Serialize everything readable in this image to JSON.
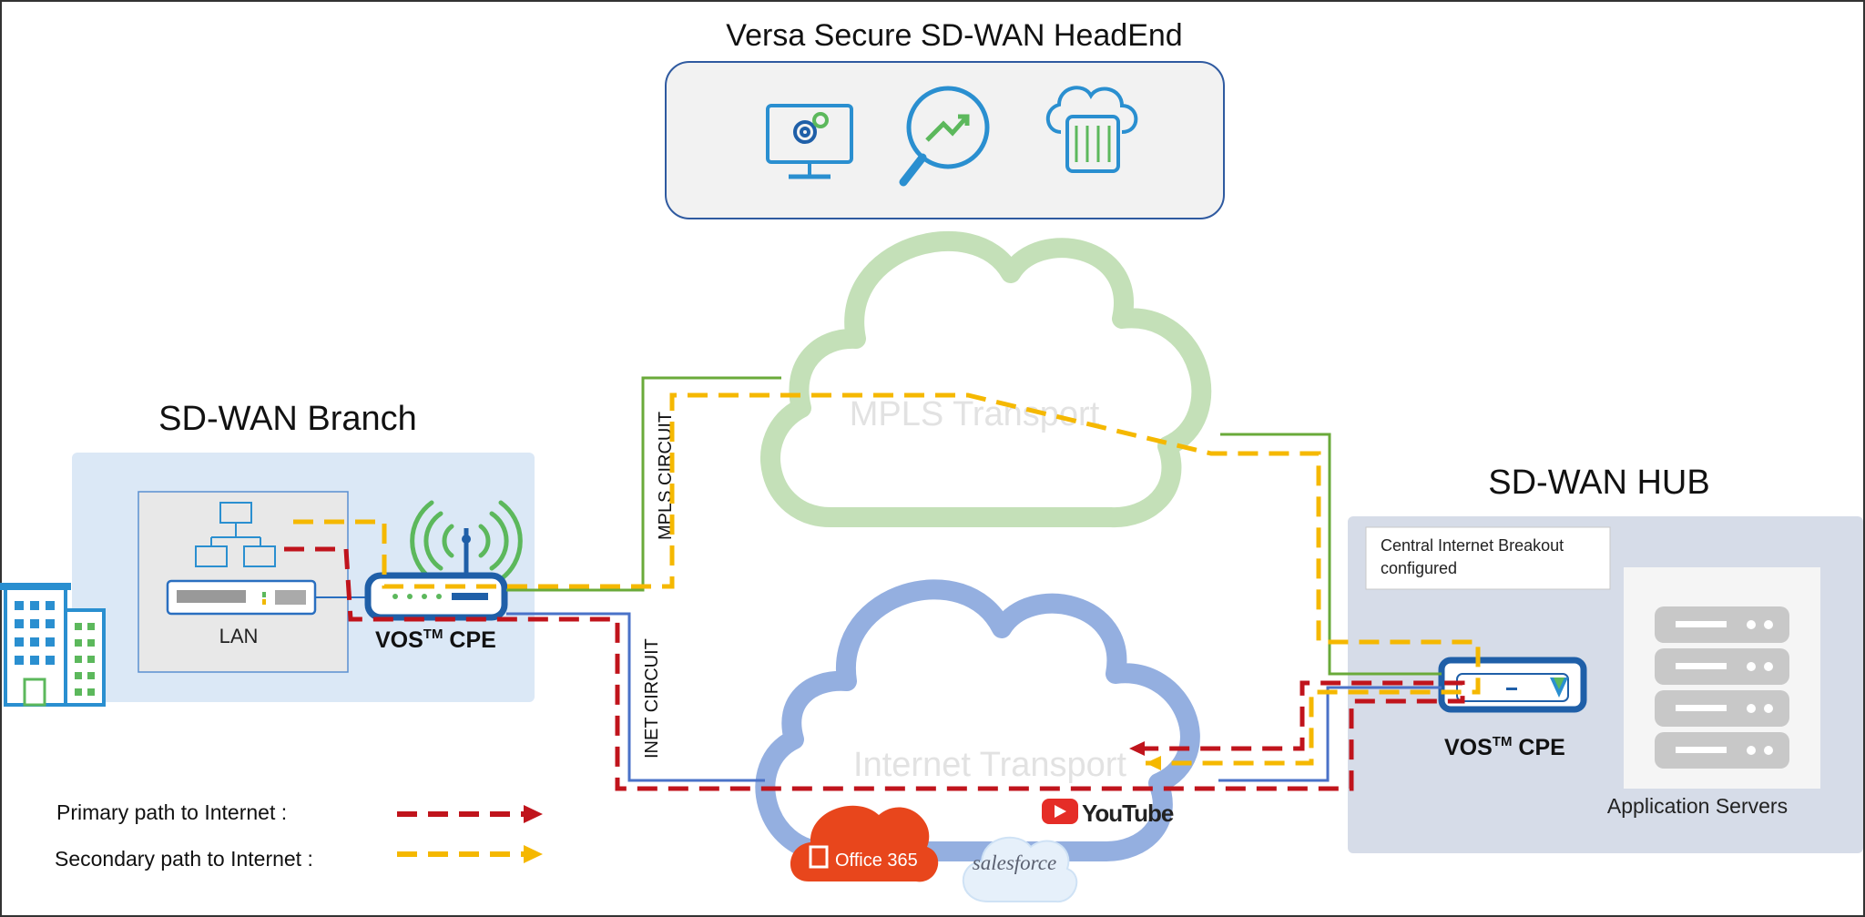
{
  "headend": {
    "title": "Versa Secure SD-WAN HeadEnd"
  },
  "branch": {
    "title": "SD-WAN Branch",
    "lan_label": "LAN",
    "cpe_label": "VOS",
    "cpe_sup": "TM",
    "cpe_suffix": " CPE"
  },
  "hub": {
    "title": "SD-WAN HUB",
    "note_line1": "Central Internet  Breakout",
    "note_line2": "configured",
    "cpe_label": "VOS",
    "cpe_sup": "TM",
    "cpe_suffix": " CPE",
    "servers_label": "Application Servers"
  },
  "transports": {
    "mpls_label": "MPLS Transport",
    "internet_label": "Internet Transport",
    "mpls_circuit": "MPLS CIRCUIT",
    "inet_circuit": "INET CIRCUIT"
  },
  "apps": {
    "office": "Office 365",
    "youtube": "YouTube",
    "salesforce": "salesforce"
  },
  "legend": {
    "primary": "Primary path to Internet :",
    "secondary": "Secondary path to Internet :"
  },
  "colors": {
    "primary_path": "#c0141c",
    "secondary_path": "#f5b800",
    "mpls_link": "#6aaa3a",
    "inet_link": "#4a72c8",
    "cpe_blue": "#1f5fa8",
    "mpls_cloud": "#c4e0b8",
    "internet_cloud": "#94afe0",
    "office": "#e8461c",
    "youtube": "#e52d27"
  }
}
